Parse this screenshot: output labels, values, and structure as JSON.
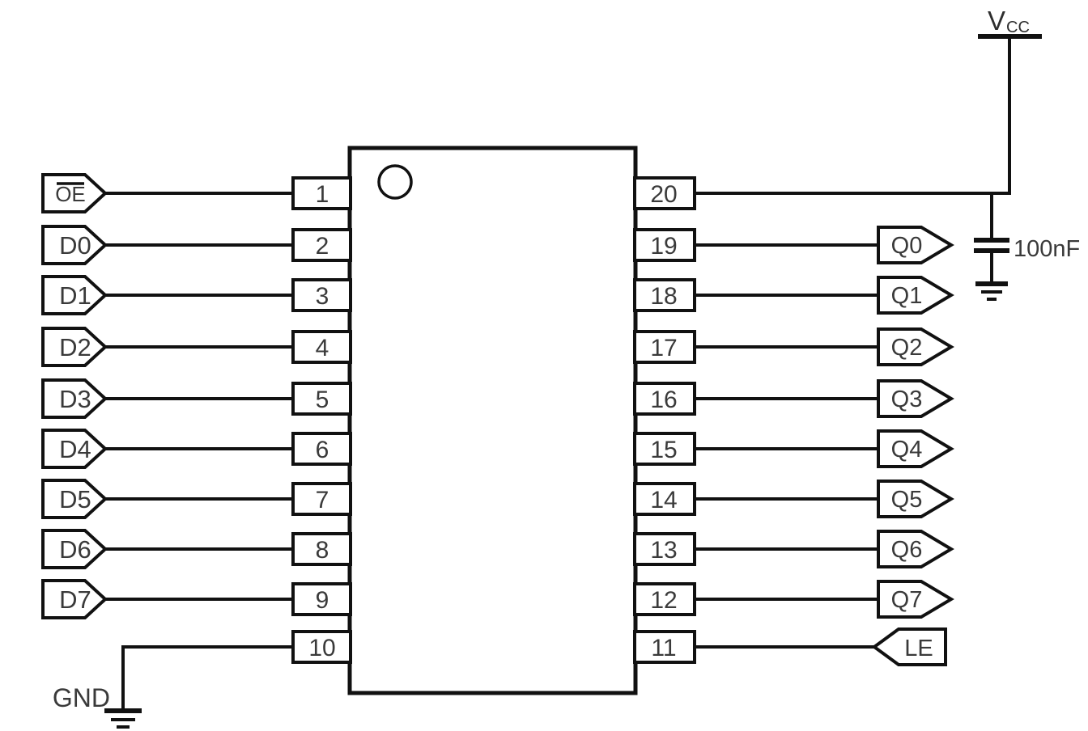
{
  "diagram_type": "ic-schematic",
  "colors": {
    "line": "#111111",
    "text": "#3a3a3a",
    "background": "#ffffff"
  },
  "power": {
    "vcc_letter": "V",
    "vcc_subscript": "CC",
    "capacitor_value": "100nF",
    "gnd_label": "GND"
  },
  "left_pins": [
    {
      "pin": "1",
      "signal": "OE",
      "overline": true
    },
    {
      "pin": "2",
      "signal": "D0"
    },
    {
      "pin": "3",
      "signal": "D1"
    },
    {
      "pin": "4",
      "signal": "D2"
    },
    {
      "pin": "5",
      "signal": "D3"
    },
    {
      "pin": "6",
      "signal": "D4"
    },
    {
      "pin": "7",
      "signal": "D5"
    },
    {
      "pin": "8",
      "signal": "D6"
    },
    {
      "pin": "9",
      "signal": "D7"
    },
    {
      "pin": "10",
      "signal": ""
    }
  ],
  "right_pins": [
    {
      "pin": "20",
      "signal": ""
    },
    {
      "pin": "19",
      "signal": "Q0"
    },
    {
      "pin": "18",
      "signal": "Q1"
    },
    {
      "pin": "17",
      "signal": "Q2"
    },
    {
      "pin": "16",
      "signal": "Q3"
    },
    {
      "pin": "15",
      "signal": "Q4"
    },
    {
      "pin": "14",
      "signal": "Q5"
    },
    {
      "pin": "13",
      "signal": "Q6"
    },
    {
      "pin": "12",
      "signal": "Q7"
    },
    {
      "pin": "11",
      "signal": "LE"
    }
  ]
}
